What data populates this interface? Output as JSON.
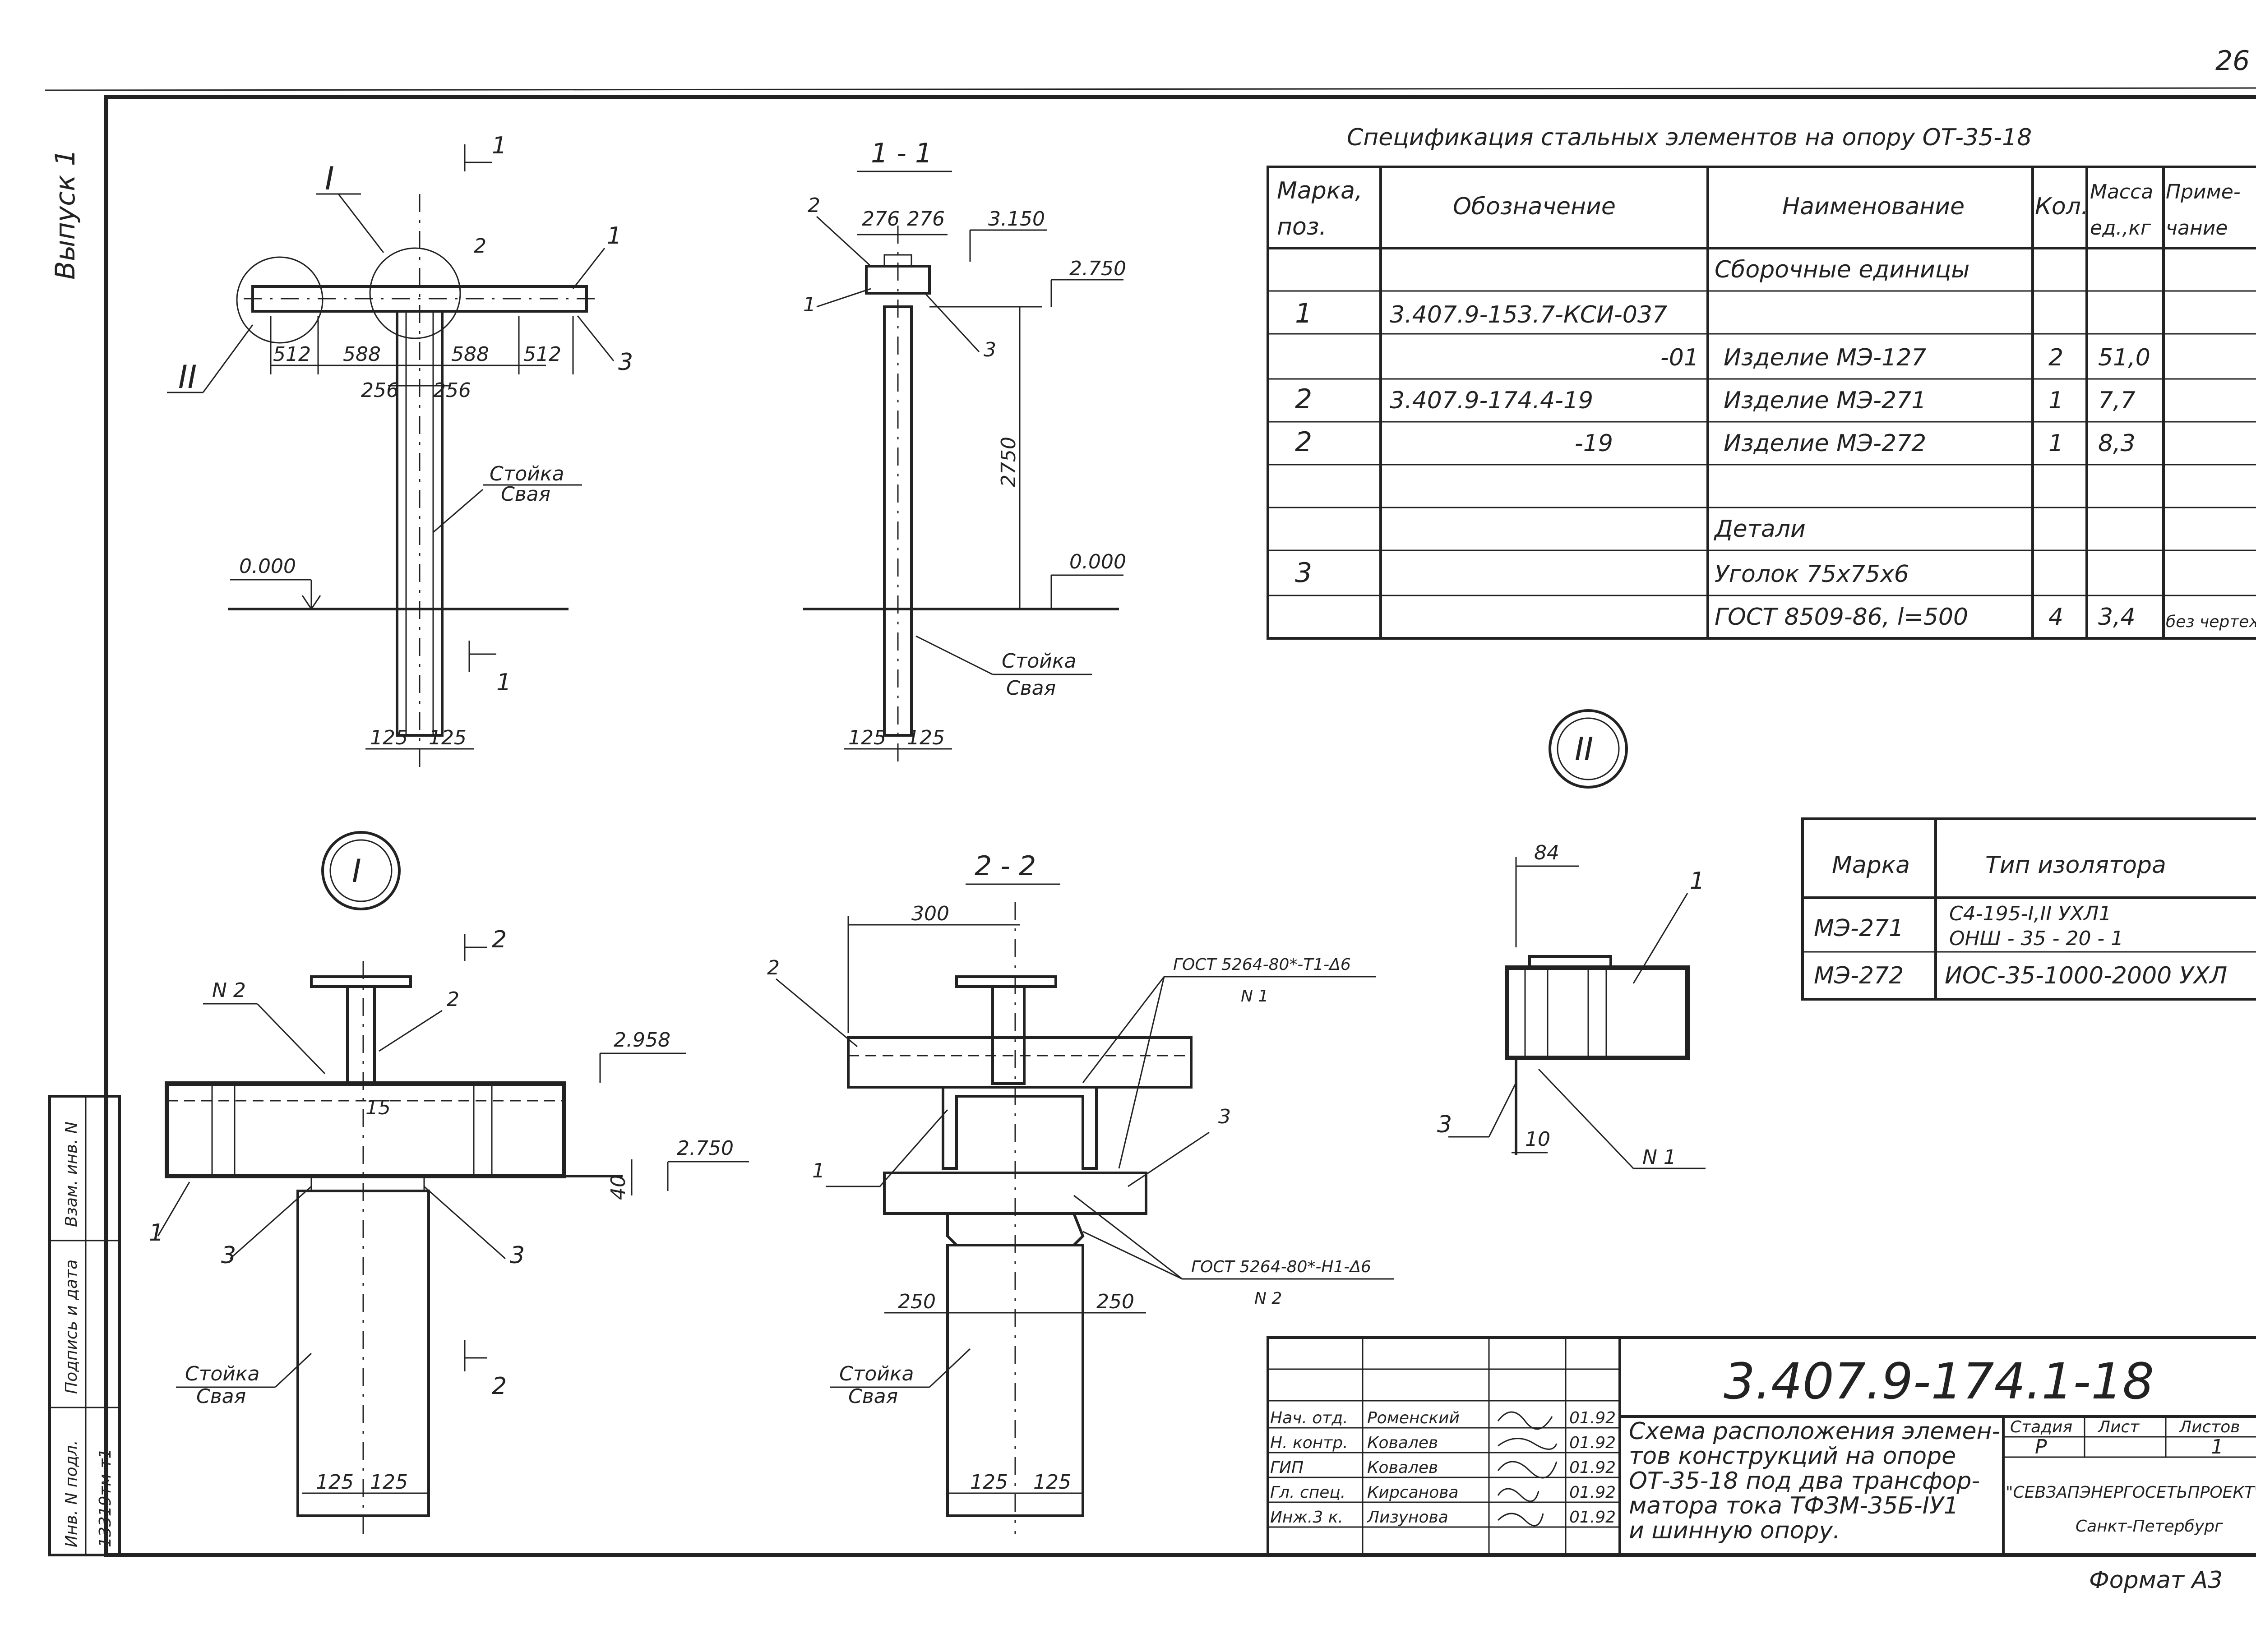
{
  "page": {
    "number": "26",
    "side_label": "Выпуск 1",
    "format": "Формат А3"
  },
  "spec": {
    "title": "Спецификация стальных элементов на опору  ОТ-35-18",
    "headers": {
      "mark": "Марка,",
      "mark2": "поз.",
      "designation": "Обозначение",
      "name": "Наименование",
      "qty": "Кол.",
      "mass": "Масса",
      "mass2": "ед.,кг",
      "note": "Приме-",
      "note2": "чание"
    },
    "rows": [
      {
        "mark": "",
        "designation": "",
        "name": "Сборочные единицы",
        "qty": "",
        "mass": "",
        "note": ""
      },
      {
        "mark": "1",
        "designation": "3.407.9-153.7-КСИ-037",
        "name": "",
        "qty": "",
        "mass": "",
        "note": ""
      },
      {
        "mark": "",
        "designation": "-01",
        "name": "Изделие МЭ-127",
        "qty": "2",
        "mass": "51,0",
        "note": ""
      },
      {
        "mark": "2",
        "designation": "3.407.9-174.4-19",
        "name": "Изделие МЭ-271",
        "qty": "1",
        "mass": "7,7",
        "note": ""
      },
      {
        "mark": "2",
        "designation": "-19",
        "name": "Изделие МЭ-272",
        "qty": "1",
        "mass": "8,3",
        "note": ""
      },
      {
        "mark": "",
        "designation": "",
        "name": "",
        "qty": "",
        "mass": "",
        "note": ""
      },
      {
        "mark": "",
        "designation": "",
        "name": "Детали",
        "qty": "",
        "mass": "",
        "note": ""
      },
      {
        "mark": "3",
        "designation": "",
        "name": "Уголок 75х75х6",
        "qty": "",
        "mass": "",
        "note": ""
      },
      {
        "mark": "",
        "designation": "",
        "name": "ГОСТ 8509-86, l=500",
        "qty": "4",
        "mass": "3,4",
        "note": "без чертежа"
      }
    ]
  },
  "insulator": {
    "headers": {
      "mark": "Марка",
      "type": "Тип изолятора"
    },
    "rows": [
      {
        "mark": "МЭ-271",
        "type1": "С4-195-I,II УХЛ1",
        "type2": "ОНШ - 35 - 20 - 1"
      },
      {
        "mark": "МЭ-272",
        "type1": "ИОС-35-1000-2000 УХЛ",
        "type2": ""
      }
    ]
  },
  "views": {
    "plan": {
      "callout_I": "I",
      "callout_II": "II",
      "section": "1",
      "dims": [
        "512",
        "588",
        "588",
        "512",
        "256",
        "256"
      ],
      "level": "0.000",
      "label_top": "Стойка",
      "label_bottom": "Свая",
      "base_dims": [
        "125",
        "125"
      ],
      "leaders": [
        "1",
        "2",
        "3"
      ]
    },
    "section_1_1": {
      "title": "1 - 1",
      "dims": [
        "276",
        "276"
      ],
      "levels": [
        "3.150",
        "2.750",
        "0.000"
      ],
      "height": "2750",
      "label_top": "Стойка",
      "label_bottom": "Свая",
      "base_dims": [
        "125",
        "125"
      ],
      "leaders": [
        "1",
        "2",
        "3"
      ]
    },
    "node_I": {
      "callout": "I",
      "section": "2",
      "level_top": "2.958",
      "level_bottom": "2.750",
      "gap": "40",
      "dim": "15",
      "weld": "N 2",
      "label_top": "Стойка",
      "label_bottom": "Свая",
      "base_dims": [
        "125",
        "125"
      ],
      "leaders": [
        "1",
        "2",
        "3",
        "3"
      ]
    },
    "section_2_2": {
      "title": "2 - 2",
      "dim_top": "300",
      "gost1": "ГОСТ 5264-80*-Т1-Δ6",
      "weld1": "N 1",
      "gost2": "ГОСТ 5264-80*-Н1-Δ6",
      "weld2": "N 2",
      "dims": [
        "250",
        "250"
      ],
      "label_top": "Стойка",
      "label_bottom": "Свая",
      "base_dims": [
        "125",
        "125"
      ],
      "leaders": [
        "1",
        "2",
        "3"
      ]
    },
    "node_II": {
      "callout": "II",
      "dim_top": "84",
      "dim_bottom": "10",
      "weld": "N 1",
      "leaders": [
        "1",
        "3"
      ]
    }
  },
  "title_block": {
    "code": "3.407.9-174.1-18",
    "title_lines": [
      "Схема расположения элемен-",
      "тов конструкций на опоре",
      "ОТ-35-18 под два трансфор-",
      "матора тока ТФЗМ-35Б-IУ1",
      "и шинную опору."
    ],
    "stage_label": "Стадия",
    "sheet_label": "Лист",
    "sheets_label": "Листов",
    "stage": "Р",
    "sheets": "1",
    "org": "\"СЕВЗАПЭНЕРГОСЕТЬПРОЕКТ\"",
    "city": "Санкт-Петербург",
    "people": [
      {
        "role": "Нач. отд.",
        "name": "Роменский",
        "date": "01.92"
      },
      {
        "role": "Н. контр.",
        "name": "Ковалев",
        "date": "01.92"
      },
      {
        "role": "ГИП",
        "name": "Ковалев",
        "date": "01.92"
      },
      {
        "role": "Гл. спец.",
        "name": "Кирсанова",
        "date": "01.92"
      },
      {
        "role": "Инж.3 к.",
        "name": "Лизунова",
        "date": "01.92"
      }
    ]
  },
  "side_stamp": {
    "c1": "Взам. инв. N",
    "c2": "Подпись и дата",
    "c3": "Инв. N подл.",
    "c4": "13319тм-т1"
  }
}
